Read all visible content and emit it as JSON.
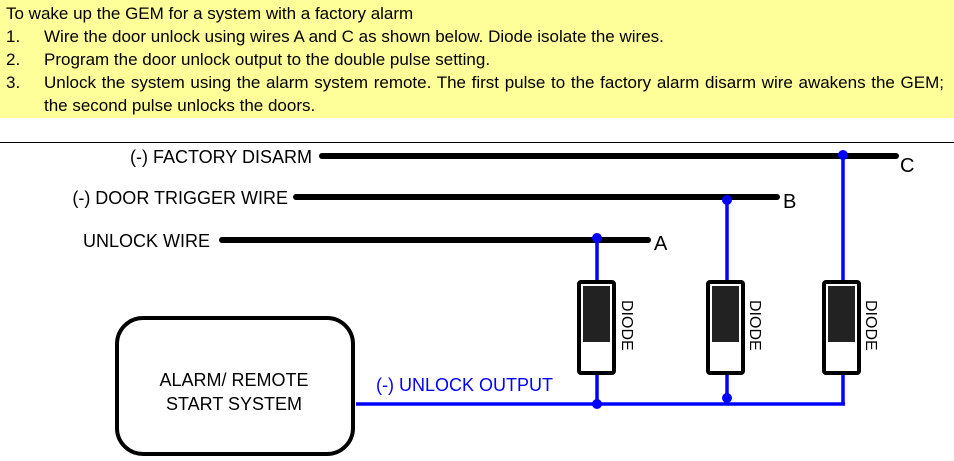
{
  "note": {
    "title": "To wake up the GEM for a system with a factory alarm",
    "steps": [
      {
        "num": "1.",
        "text": "Wire the door unlock using wires A and C as shown below. Diode isolate the wires."
      },
      {
        "num": "2.",
        "text": "Program the door unlock output to the double pulse setting."
      },
      {
        "num": "3.",
        "text": "Unlock the system using the alarm system remote. The first pulse to the factory alarm disarm wire awakens the GEM; the second pulse unlocks the doors."
      }
    ]
  },
  "diagram": {
    "wires": [
      {
        "label": "(-) FACTORY DISARM",
        "letter": "C"
      },
      {
        "label": "(-) DOOR TRIGGER WIRE",
        "letter": "B"
      },
      {
        "label": "UNLOCK WIRE",
        "letter": "A"
      }
    ],
    "diode_label": "DIODE",
    "box_label_line1": "ALARM/ REMOTE",
    "box_label_line2": "START SYSTEM",
    "output_label": "(-) UNLOCK OUTPUT",
    "colors": {
      "note_bg": "#ffff99",
      "connection": "#0000ff",
      "wire": "#000000"
    }
  }
}
